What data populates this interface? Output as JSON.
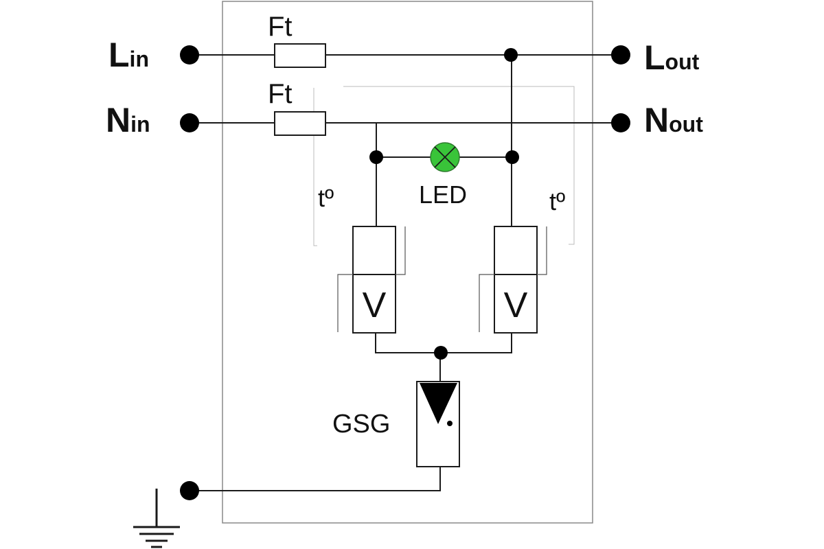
{
  "terminals": {
    "l_in": {
      "main": "L",
      "sub": "in"
    },
    "n_in": {
      "main": "N",
      "sub": "in"
    },
    "l_out": {
      "main": "L",
      "sub": "out"
    },
    "n_out": {
      "main": "N",
      "sub": "out"
    }
  },
  "components": {
    "fuse_top_label": "Ft",
    "fuse_bottom_label": "Ft",
    "led_label": "LED",
    "thermal_left_label": "tº",
    "thermal_right_label": "tº",
    "varistor_left_label": "V",
    "varistor_right_label": "V",
    "gas_tube_label": "GSG"
  },
  "colors": {
    "led": "#39c439",
    "wire": "#1a1a1a"
  }
}
